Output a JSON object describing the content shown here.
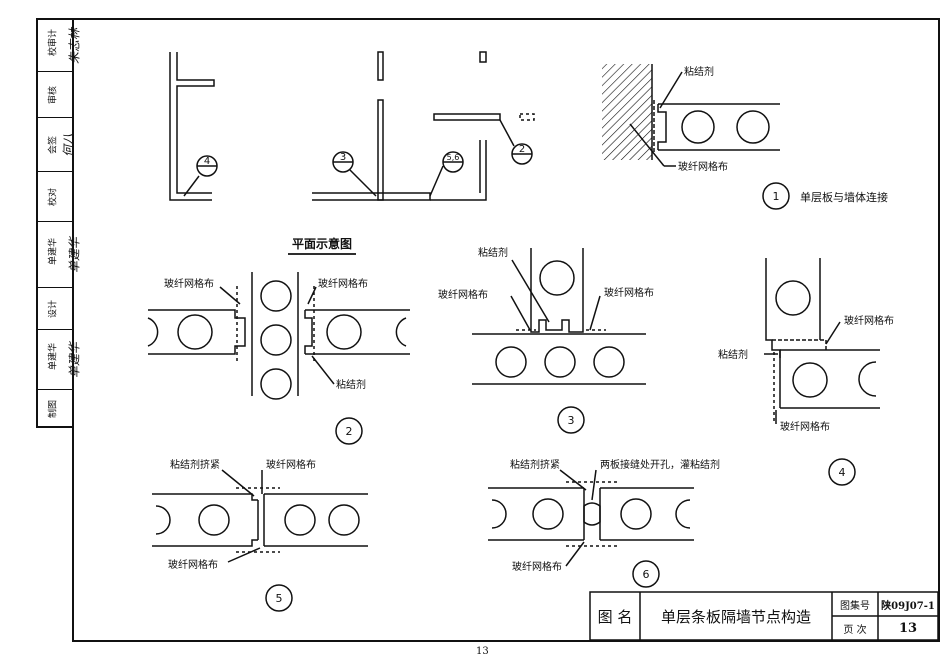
{
  "sidebar": [
    {
      "label": "校审计",
      "sig": "朱志林"
    },
    {
      "label": "审核",
      "sig": ""
    },
    {
      "label": "会签",
      "sig": "何八"
    },
    {
      "label": "校对",
      "sig": ""
    },
    {
      "label": "单建华",
      "sig": "单建华"
    },
    {
      "label": "设计",
      "sig": ""
    },
    {
      "label": "单建华",
      "sig": "单建华"
    },
    {
      "label": "制图",
      "sig": ""
    }
  ],
  "plan": {
    "title": "平面示意图",
    "markers": [
      "4",
      "3",
      "5,6",
      "2"
    ]
  },
  "details": {
    "d1": {
      "num": "1",
      "title": "单层板与墙体连接",
      "adhesive": "粘结剂",
      "mesh": "玻纤网格布"
    },
    "d2": {
      "num": "2",
      "mesh_left": "玻纤网格布",
      "mesh_right": "玻纤网格布",
      "adhesive": "粘结剂"
    },
    "d3": {
      "num": "3",
      "adhesive": "粘结剂",
      "mesh_left": "玻纤网格布",
      "mesh_right": "玻纤网格布"
    },
    "d4": {
      "num": "4",
      "mesh_top": "玻纤网格布",
      "adhesive": "粘结剂",
      "mesh_bottom": "玻纤网格布"
    },
    "d5": {
      "num": "5",
      "adhesive": "粘结剂挤紧",
      "mesh_top": "玻纤网格布",
      "mesh_bottom": "玻纤网格布"
    },
    "d6": {
      "num": "6",
      "adhesive": "粘结剂挤紧",
      "note": "两板接缝处开孔，灌粘结剂",
      "mesh_bottom": "玻纤网格布"
    }
  },
  "titleblock": {
    "name_label": "图 名",
    "name": "单层条板隔墙节点构造",
    "atlas_label": "图集号",
    "atlas_value": "陕09J07-1",
    "page_label": "页 次",
    "page_value": "13"
  },
  "page_number": "13"
}
